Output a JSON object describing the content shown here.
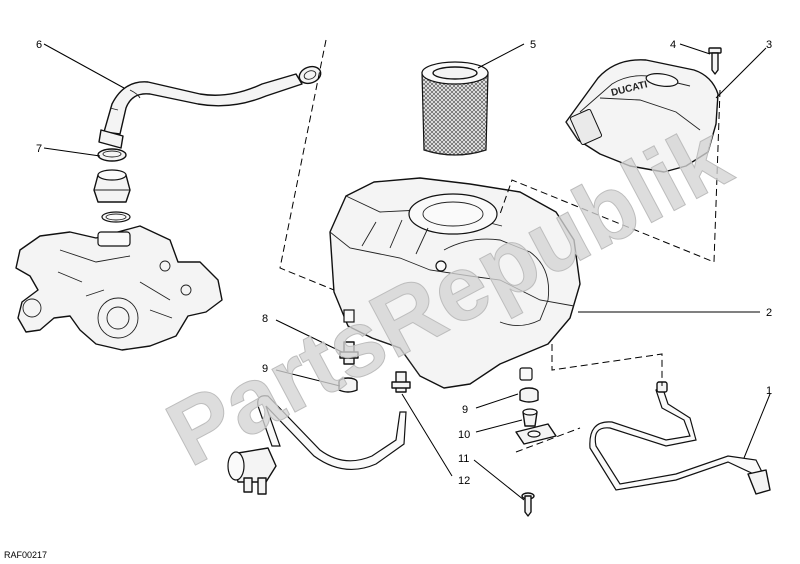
{
  "watermark": "PartsRepublik",
  "drawing_code": "RAF00217",
  "callouts": [
    {
      "id": "1",
      "label": "1"
    },
    {
      "id": "2",
      "label": "2"
    },
    {
      "id": "3",
      "label": "3"
    },
    {
      "id": "4",
      "label": "4"
    },
    {
      "id": "5",
      "label": "5"
    },
    {
      "id": "6",
      "label": "6"
    },
    {
      "id": "7",
      "label": "7"
    },
    {
      "id": "8",
      "label": "8"
    },
    {
      "id": "9a",
      "label": "9"
    },
    {
      "id": "9b",
      "label": "9"
    },
    {
      "id": "10",
      "label": "10"
    },
    {
      "id": "11",
      "label": "11"
    },
    {
      "id": "12",
      "label": "12"
    }
  ],
  "cover_text": "DUCATI"
}
